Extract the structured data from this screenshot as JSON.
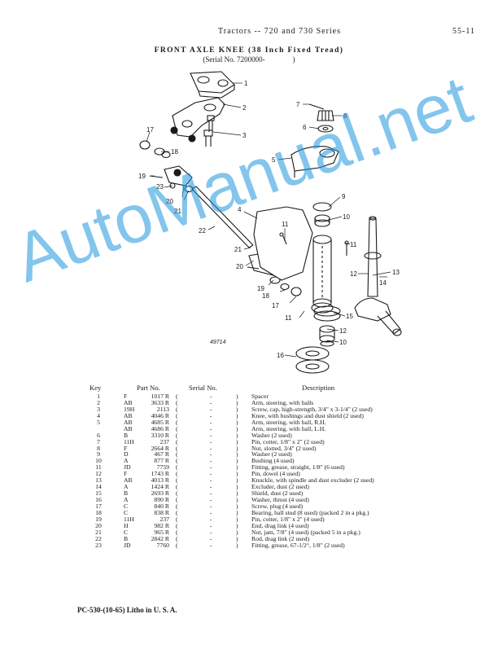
{
  "header": {
    "title": "Tractors -- 720 and 730 Series",
    "page_number": "55-11"
  },
  "section": {
    "title": "FRONT AXLE KNEE (38 Inch Fixed Tread)",
    "serial_prefix": "(Serial No. 7200000-",
    "serial_suffix": ")"
  },
  "diagram": {
    "figure_number": "49714",
    "callouts": [
      "1",
      "2",
      "3",
      "4",
      "5",
      "6",
      "7",
      "8",
      "9",
      "10",
      "11",
      "12",
      "13",
      "14",
      "15",
      "16",
      "17",
      "18",
      "19",
      "20",
      "21",
      "22",
      "23"
    ],
    "callout_labels": {
      "c1": "1",
      "c2": "2",
      "c3": "3",
      "c4": "4",
      "c5": "5",
      "c6": "6",
      "c7": "7",
      "c8": "8",
      "c9": "9",
      "c10a": "10",
      "c10b": "10",
      "c11a": "11",
      "c11b": "11",
      "c11c": "11",
      "c12a": "12",
      "c12b": "12",
      "c13": "13",
      "c14": "14",
      "c15": "15",
      "c16": "16",
      "c17a": "17",
      "c17b": "17",
      "c18a": "18",
      "c18b": "18",
      "c19a": "19",
      "c19b": "19",
      "c20a": "20",
      "c20b": "20",
      "c21a": "21",
      "c21b": "21",
      "c22": "22",
      "c23": "23"
    }
  },
  "watermark": {
    "text": "AutoManual.net"
  },
  "table": {
    "headers": {
      "key": "Key",
      "part_no": "Part No.",
      "serial_no": "Serial No.",
      "description": "Description"
    },
    "rows": [
      {
        "key": "1",
        "prefix": "F",
        "number": "1017 R",
        "serial": "-",
        "description": "Spacer"
      },
      {
        "key": "2",
        "prefix": "AB",
        "number": "3633 R",
        "serial": "-",
        "description": "Arm, steering, with balls"
      },
      {
        "key": "3",
        "prefix": "19H",
        "number": "2113",
        "serial": "-",
        "description": "Screw, cap, high-strength, 3/4\" x 3-1/4\" (2 used)"
      },
      {
        "key": "4",
        "prefix": "AB",
        "number": "4046 R",
        "serial": "-",
        "description": "Knee, with bushings and dust shield (2 used)"
      },
      {
        "key": "5",
        "prefix": "AB",
        "number": "4685 R",
        "serial": "-",
        "description": "Arm, steering, with ball, R.H."
      },
      {
        "key": "",
        "prefix": "AB",
        "number": "4686 R",
        "serial": "-",
        "description": "Arm, steering, with ball, L.H."
      },
      {
        "key": "6",
        "prefix": "B",
        "number": "3310 R",
        "serial": "-",
        "description": "Washer (2 used)"
      },
      {
        "key": "7",
        "prefix": "11H",
        "number": "237",
        "serial": "-",
        "description": "Pin, cotter, 1/8\" x 2\" (2 used)"
      },
      {
        "key": "8",
        "prefix": "F",
        "number": "2664 R",
        "serial": "-",
        "description": "Nut, slotted, 3/4\" (2 used)"
      },
      {
        "key": "9",
        "prefix": "D",
        "number": "467 R",
        "serial": "-",
        "description": "Washer (2 used)"
      },
      {
        "key": "10",
        "prefix": "A",
        "number": "877 R",
        "serial": "-",
        "description": "Bushing (4 used)"
      },
      {
        "key": "11",
        "prefix": "JD",
        "number": "7759",
        "serial": "-",
        "description": "Fitting, grease, straight, 1/8\" (6 used)"
      },
      {
        "key": "12",
        "prefix": "F",
        "number": "1743 R",
        "serial": "-",
        "description": "Pin, dowel (4 used)"
      },
      {
        "key": "13",
        "prefix": "AB",
        "number": "4013 R",
        "serial": "-",
        "description": "Knuckle, with spindle and dust excluder (2 used)"
      },
      {
        "key": "14",
        "prefix": "A",
        "number": "1424 R",
        "serial": "-",
        "description": "Excluder, dust (2 used)"
      },
      {
        "key": "15",
        "prefix": "B",
        "number": "2693 R",
        "serial": "-",
        "description": "Shield, dust (2 used)"
      },
      {
        "key": "16",
        "prefix": "A",
        "number": "890 R",
        "serial": "-",
        "description": "Washer, thrust (4 used)"
      },
      {
        "key": "17",
        "prefix": "C",
        "number": "840 R",
        "serial": "-",
        "description": "Screw, plug (4 used)"
      },
      {
        "key": "18",
        "prefix": "C",
        "number": "838 R",
        "serial": "-",
        "description": "Bearing, ball stud (8 used) (packed 2 in a pkg.)"
      },
      {
        "key": "19",
        "prefix": "11H",
        "number": "237",
        "serial": "-",
        "description": "Pin, cotter, 1/8\" x 2\" (4 used)"
      },
      {
        "key": "20",
        "prefix": "H",
        "number": "982 R",
        "serial": "-",
        "description": "End, drag link (4 used)"
      },
      {
        "key": "21",
        "prefix": "C",
        "number": "965 R",
        "serial": "-",
        "description": "Nut, jam, 7/8\" (4 used) (packed 5 in a pkg.)"
      },
      {
        "key": "22",
        "prefix": "B",
        "number": "2842 R",
        "serial": "-",
        "description": "Rod, drag link (2 used)"
      },
      {
        "key": "23",
        "prefix": "JD",
        "number": "7760",
        "serial": "-",
        "description": "Fitting, grease, 67-1/2°, 1/8\" (2 used)"
      }
    ]
  },
  "footer": {
    "text": "PC-530-(10-65)  Litho in U. S. A."
  }
}
